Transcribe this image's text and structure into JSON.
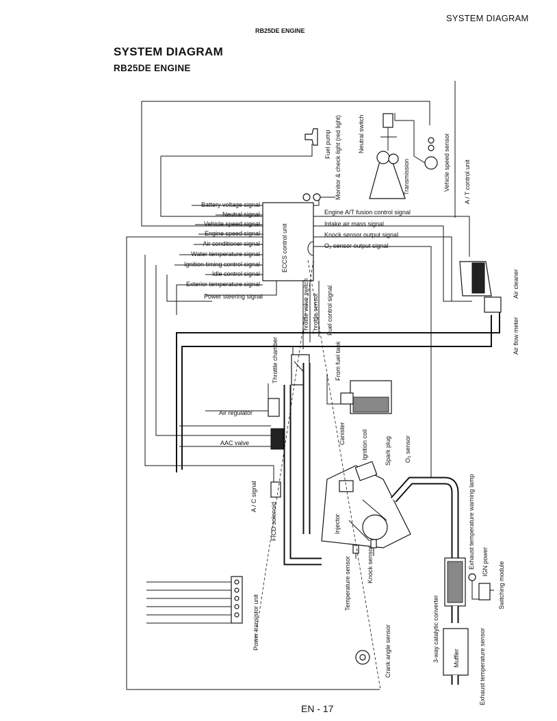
{
  "header": {
    "section_right": "SYSTEM DIAGRAM",
    "section_center": "RB25DE ENGINE"
  },
  "title": {
    "main": "SYSTEM DIAGRAM",
    "sub": "RB25DE ENGINE"
  },
  "ecu": {
    "label": "ECCS control unit"
  },
  "left_signals": [
    "Battery voltage signal",
    "Neutral signal",
    "Vehicle speed signal",
    "Engine speed signal",
    "Air conditioner signal",
    "Water temperature signal",
    "Ignition timing control signal",
    "Idle control signal",
    "Exterior temperature signal",
    "Power steering signal"
  ],
  "right_signals": [
    "Engine A/T fusion control signal",
    "Intake air mass signal",
    "Knock sensor output signal",
    "O₂ sensor output signal"
  ],
  "vertical_signals": [
    "Throttle valve switch",
    "Throttle sensor",
    "Fuel control signal"
  ],
  "components": {
    "fuel_pump": "Fuel pump",
    "monitor_light": "Monitor & check light (red light)",
    "neutral_switch": "Neutral switch",
    "transmission": "Transmission",
    "vehicle_speed_sensor": "Vehicle speed sensor",
    "at_control_unit": "A / T control unit",
    "air_cleaner": "Air cleaner",
    "air_flow_meter": "Air flow meter",
    "throttle_chamber": "Throttle chamber",
    "from_fuel_tank": "From fuel tank",
    "air_regulator": "Air regulator",
    "canister": "Canister",
    "ignition_coil": "Ignition coil",
    "spark_plug": "Spark plug",
    "o2_sensor": "O₂ sensor",
    "aac_valve": "AAC valve",
    "ac_signal": "A / C signal",
    "ficd_solenoid": "FICD solenoid",
    "injector": "Injector",
    "temperature_sensor": "Temperature sensor",
    "knock_sensor": "Knock sensor",
    "exhaust_temp_warning_lamp": "Exhaust temperature warning lamp",
    "ign_power": "IGN power",
    "switching_module": "Switching module",
    "catalytic_converter": "3-way catalytic converter",
    "exhaust_temp_sensor": "Exhaust temperature sensor",
    "muffler": "Muffler",
    "power_transistor_unit": "Power transistor unit",
    "crank_angle_sensor": "Crank angle sensor"
  },
  "footer": {
    "page": "EN - 17"
  }
}
